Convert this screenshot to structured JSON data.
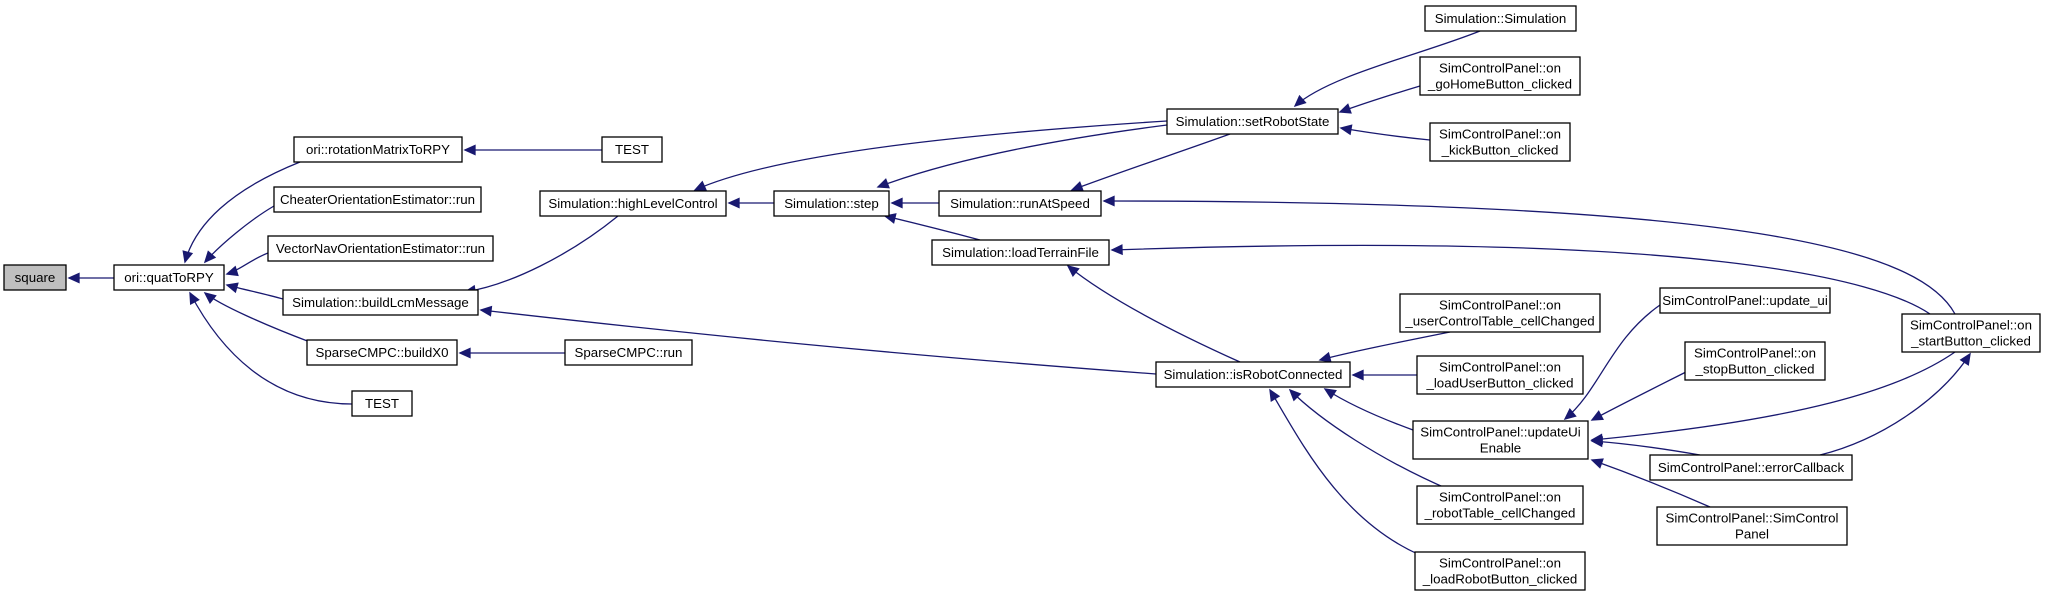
{
  "graph": {
    "root": "square",
    "colors": {
      "edge": "#191970",
      "root_fill": "#bfbfbf",
      "node_fill": "#ffffff",
      "border": "#000000"
    },
    "nodes": [
      {
        "id": "square",
        "lines": [
          "square"
        ]
      },
      {
        "id": "quatToRPY",
        "lines": [
          "ori::quatToRPY"
        ]
      },
      {
        "id": "rotationMatrixToRPY",
        "lines": [
          "ori::rotationMatrixToRPY"
        ]
      },
      {
        "id": "TEST_rot",
        "lines": [
          "TEST"
        ]
      },
      {
        "id": "CheaterRun",
        "lines": [
          "CheaterOrientationEstimator::run"
        ]
      },
      {
        "id": "VectorNavRun",
        "lines": [
          "VectorNavOrientationEstimator::run"
        ]
      },
      {
        "id": "buildLcmMessage",
        "lines": [
          "Simulation::buildLcmMessage"
        ]
      },
      {
        "id": "buildX0",
        "lines": [
          "SparseCMPC::buildX0"
        ]
      },
      {
        "id": "SparseRun",
        "lines": [
          "SparseCMPC::run"
        ]
      },
      {
        "id": "TEST_quat",
        "lines": [
          "TEST"
        ]
      },
      {
        "id": "highLevelControl",
        "lines": [
          "Simulation::highLevelControl"
        ]
      },
      {
        "id": "step",
        "lines": [
          "Simulation::step"
        ]
      },
      {
        "id": "runAtSpeed",
        "lines": [
          "Simulation::runAtSpeed"
        ]
      },
      {
        "id": "loadTerrainFile",
        "lines": [
          "Simulation::loadTerrainFile"
        ]
      },
      {
        "id": "setRobotState",
        "lines": [
          "Simulation::setRobotState"
        ]
      },
      {
        "id": "SimCtor",
        "lines": [
          "Simulation::Simulation"
        ]
      },
      {
        "id": "goHome",
        "lines": [
          "SimControlPanel::on",
          "_goHomeButton_clicked"
        ]
      },
      {
        "id": "kick",
        "lines": [
          "SimControlPanel::on",
          "_kickButton_clicked"
        ]
      },
      {
        "id": "isRobotConnected",
        "lines": [
          "Simulation::isRobotConnected"
        ]
      },
      {
        "id": "userControlTable",
        "lines": [
          "SimControlPanel::on",
          "_userControlTable_cellChanged"
        ]
      },
      {
        "id": "loadUser",
        "lines": [
          "SimControlPanel::on",
          "_loadUserButton_clicked"
        ]
      },
      {
        "id": "updateUiEnable",
        "lines": [
          "SimControlPanel::updateUi",
          "Enable"
        ]
      },
      {
        "id": "robotTable",
        "lines": [
          "SimControlPanel::on",
          "_robotTable_cellChanged"
        ]
      },
      {
        "id": "loadRobot",
        "lines": [
          "SimControlPanel::on",
          "_loadRobotButton_clicked"
        ]
      },
      {
        "id": "update_ui",
        "lines": [
          "SimControlPanel::update_ui"
        ]
      },
      {
        "id": "stopButton",
        "lines": [
          "SimControlPanel::on",
          "_stopButton_clicked"
        ]
      },
      {
        "id": "errorCallback",
        "lines": [
          "SimControlPanel::errorCallback"
        ]
      },
      {
        "id": "SimControlPanelCtor",
        "lines": [
          "SimControlPanel::SimControl",
          "Panel"
        ]
      },
      {
        "id": "startButton",
        "lines": [
          "SimControlPanel::on",
          "_startButton_clicked"
        ]
      }
    ],
    "edges": [
      {
        "from": "quatToRPY",
        "to": "square"
      },
      {
        "from": "rotationMatrixToRPY",
        "to": "quatToRPY"
      },
      {
        "from": "CheaterRun",
        "to": "quatToRPY"
      },
      {
        "from": "VectorNavRun",
        "to": "quatToRPY"
      },
      {
        "from": "buildLcmMessage",
        "to": "quatToRPY"
      },
      {
        "from": "buildX0",
        "to": "quatToRPY"
      },
      {
        "from": "TEST_quat",
        "to": "quatToRPY"
      },
      {
        "from": "TEST_rot",
        "to": "rotationMatrixToRPY"
      },
      {
        "from": "highLevelControl",
        "to": "buildLcmMessage"
      },
      {
        "from": "isRobotConnected",
        "to": "buildLcmMessage"
      },
      {
        "from": "SparseRun",
        "to": "buildX0"
      },
      {
        "from": "step",
        "to": "highLevelControl"
      },
      {
        "from": "setRobotState",
        "to": "highLevelControl"
      },
      {
        "from": "setRobotState",
        "to": "step"
      },
      {
        "from": "runAtSpeed",
        "to": "step"
      },
      {
        "from": "loadTerrainFile",
        "to": "step"
      },
      {
        "from": "SimCtor",
        "to": "setRobotState"
      },
      {
        "from": "goHome",
        "to": "setRobotState"
      },
      {
        "from": "kick",
        "to": "setRobotState"
      },
      {
        "from": "setRobotState",
        "to": "runAtSpeed"
      },
      {
        "from": "startButton",
        "to": "runAtSpeed"
      },
      {
        "from": "startButton",
        "to": "loadTerrainFile"
      },
      {
        "from": "isRobotConnected",
        "to": "loadTerrainFile"
      },
      {
        "from": "userControlTable",
        "to": "isRobotConnected"
      },
      {
        "from": "loadUser",
        "to": "isRobotConnected"
      },
      {
        "from": "updateUiEnable",
        "to": "isRobotConnected"
      },
      {
        "from": "robotTable",
        "to": "isRobotConnected"
      },
      {
        "from": "loadRobot",
        "to": "isRobotConnected"
      },
      {
        "from": "update_ui",
        "to": "updateUiEnable"
      },
      {
        "from": "stopButton",
        "to": "updateUiEnable"
      },
      {
        "from": "startButton",
        "to": "updateUiEnable"
      },
      {
        "from": "errorCallback",
        "to": "updateUiEnable"
      },
      {
        "from": "SimControlPanelCtor",
        "to": "updateUiEnable"
      },
      {
        "from": "errorCallback",
        "to": "startButton"
      }
    ]
  }
}
